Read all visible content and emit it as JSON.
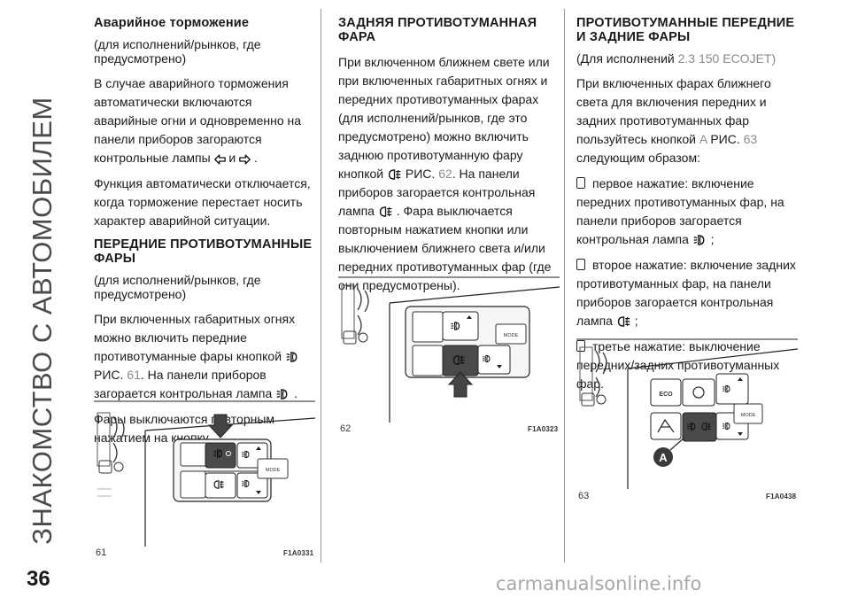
{
  "sidebar_title": "ЗНАКОМСТВО С АВТОМОБИЛЕМ",
  "page_number": "36",
  "watermark": "carmanualsonline.info",
  "col1": {
    "h1": "Аварийное торможение",
    "h1_sub": "(для исполнений/рынков, где предусмотрено)",
    "p1_a": "В случае аварийного торможения автоматически включаются аварийные огни и одновременно на панели приборов загораются контрольные лампы",
    "p1_and": "и",
    "p1_b": ".",
    "p2": "Функция автоматически отключается, когда торможение перестает носить характер аварийной ситуации.",
    "h2": "ПЕРЕДНИЕ ПРОТИВОТУМАННЫЕ ФАРЫ",
    "h2_sub": "(для исполнений/рынков, где предусмотрено)",
    "p3_a": "При включенных габаритных огнях можно включить передние противотуманные фары кнопкой",
    "p3_ris": "РИС.",
    "p3_ref": "61",
    "p3_b": ". На панели приборов загорается контрольная лампа",
    "p3_c": ".",
    "p4": "Фары выключаются повторным нажатием на кнопку."
  },
  "col2": {
    "h": "ЗАДНЯЯ ПРОТИВОТУМАННАЯ ФАРА",
    "p1_a": "При включенном ближнем свете или при включенных габаритных огнях и передних противотуманных фарах (для исполнений/рынков, где это предусмотрено) можно включить заднюю противотуманную фару кнопкой",
    "p1_ris": "РИС.",
    "p1_ref": "62",
    "p1_b": ". На панели приборов загорается контрольная лампа",
    "p1_c": ". Фара выключается повторным нажатием кнопки или выключением ближнего света и/или передних противотуманных фар (где они предусмотрены)."
  },
  "col3": {
    "h": "ПРОТИВОТУМАННЫЕ ПЕРЕДНИЕ И ЗАДНИЕ ФАРЫ",
    "sub_a": "(Для исполнений",
    "sub_b": "2.3 150 ECOJET)",
    "p1_a": "При включенных фарах ближнего света для включения передних и задних противотуманных фар пользуйтесь кнопкой",
    "p1_letter": "A",
    "p1_ris": "РИС.",
    "p1_ref": "63",
    "p1_b": "следующим образом:",
    "item1_a": "первое нажатие: включение передних противотуманных фар, на панели приборов загорается контрольная лампа",
    "item1_b": ";",
    "item2_a": "второе нажатие: включение задних противотуманных фар, на панели приборов загорается контрольная лампа",
    "item2_b": ";",
    "item3": "третье нажатие: выключение передних/задних противотуманных фар."
  },
  "figures": [
    {
      "num": "61",
      "code": "F1A0331"
    },
    {
      "num": "62",
      "code": "F1A0323"
    },
    {
      "num": "63",
      "code": "F1A0438"
    }
  ],
  "button_labels": {
    "mode": "MODE",
    "eco": "ECO",
    "callout_a": "A"
  }
}
